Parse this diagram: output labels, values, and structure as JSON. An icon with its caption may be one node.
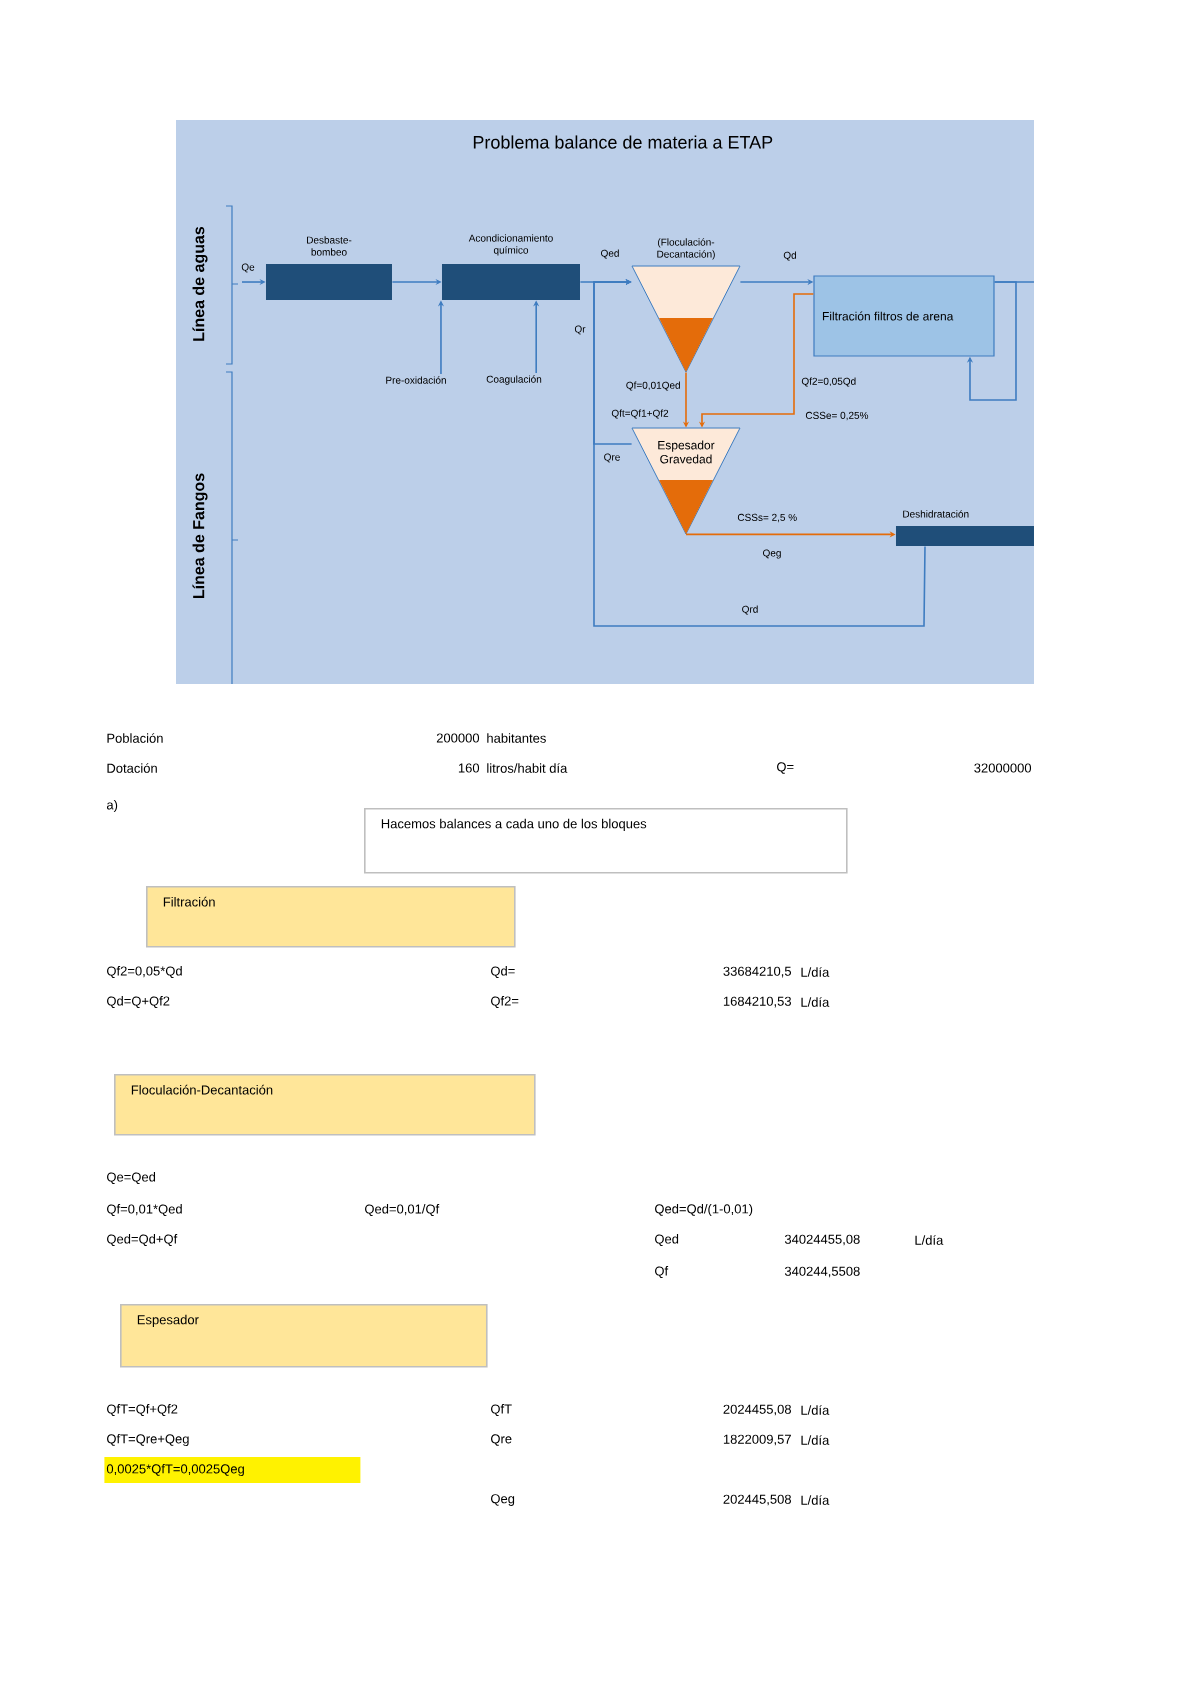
{
  "diagram": {
    "nodes": [
      {
        "text": [
          "Desbaste-bombeo"
        ]
      },
      {
        "text": [
          "Acondicionamiento químico"
        ]
      },
      {
        "text": [
          "(Floculación-Decantación)"
        ]
      },
      {
        "text": [
          "Filtración filtros de arena"
        ]
      },
      {
        "text": [
          "Espesador Gravedad"
        ]
      },
      {
        "text": [
          "Deshidratación"
        ]
      },
      {
        "text": [
          "Pre-oxidación"
        ]
      },
      {
        "text": [
          "Coagulación"
        ]
      },
      {
        "text": [
          "Hacemos balances a cada uno de los bloques"
        ]
      },
      {
        "text": [
          "Filtración"
        ]
      },
      {
        "text": [
          "Floculación-Decantación"
        ]
      },
      {
        "text": [
          "Espesador"
        ]
      }
    ],
    "edges": [
      {
        "from": null,
        "to": 0,
        "arrow": "to",
        "label": "Qe"
      },
      {
        "from": 0,
        "to": 1,
        "arrow": "to"
      },
      {
        "from": 1,
        "to": 2,
        "arrow": "to",
        "label": "Qed"
      },
      {
        "from": 6,
        "to": 1,
        "arrow": "to"
      },
      {
        "from": 7,
        "to": 1,
        "arrow": "to"
      },
      {
        "from": 2,
        "to": 3,
        "arrow": "to",
        "label": "Qd"
      },
      {
        "from": 2,
        "to": 4,
        "arrow": "to",
        "label": "Qf=0,01Qed",
        "color": "#e46c0a"
      },
      {
        "from": 3,
        "to": 4,
        "arrow": "to",
        "label": "Qf2=0,05Qd",
        "color": "#e46c0a"
      },
      {
        "from": 4,
        "to": 2,
        "arrow": "to",
        "label": "Qre"
      },
      {
        "from": 4,
        "to": 5,
        "arrow": "to",
        "label": "Qeg",
        "color": "#e46c0a"
      },
      {
        "from": 5,
        "to": 2,
        "arrow": "to",
        "label": "Qrd"
      },
      {
        "from": 3,
        "to": 3,
        "arrow": "to"
      },
      {
        "from": 3,
        "to": null,
        "arrow": "none"
      }
    ],
    "labels": [
      "Problema balance de materia a ETAP",
      "Línea de aguas",
      "Línea de Fangos",
      "Qr",
      "Qft=Qf1+Qf2",
      "CSSe= 0,25%",
      "CSSs= 2,5 %",
      "Población",
      "200000",
      "habitantes",
      "Dotación",
      "160",
      "litros/habit día",
      "Q=",
      "32000000",
      "a)",
      "Qf2=0,05*Qd",
      "Qd=",
      "33684210,5",
      "L/día",
      "Qd=Q+Qf2",
      "Qf2=",
      "1684210,53",
      "L/día",
      "Qe=Qed",
      "Qf=0,01*Qed",
      "Qed=0,01/Qf",
      "Qed=Qd/(1-0,01)",
      "Qed=Qd+Qf",
      "Qed",
      "34024455,08",
      "L/día",
      "Qf",
      "340244,5508",
      "QfT=Qf+Qf2",
      "QfT",
      "2024455,08",
      "L/día",
      "QfT=Qre+Qeg",
      "Qre",
      "1822009,57",
      "L/día",
      "0,0025*QfT=0,0025Qeg",
      "Qeg",
      "202445,508",
      "L/día"
    ]
  }
}
